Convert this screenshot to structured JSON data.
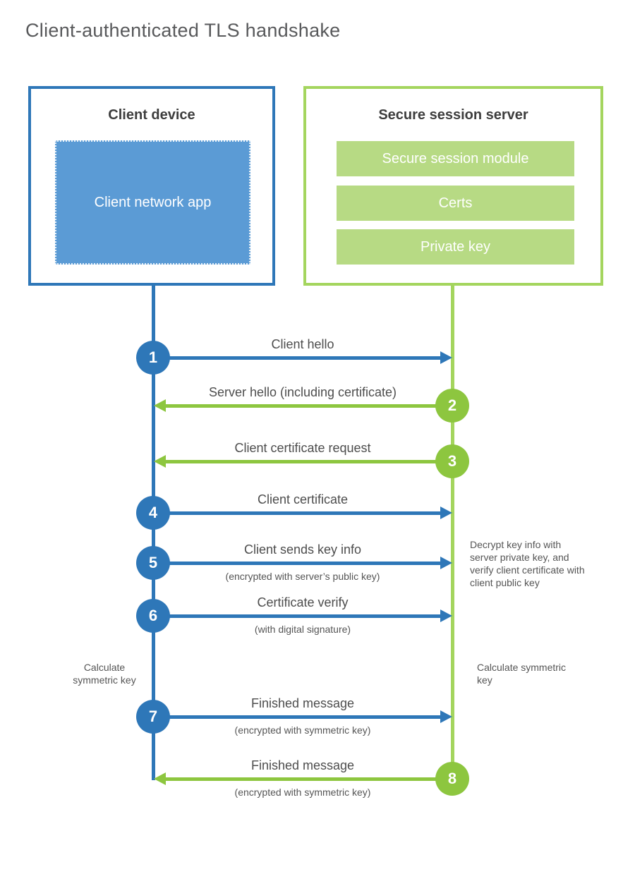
{
  "title": "Client-authenticated TLS handshake",
  "colors": {
    "blue": "#2e77b8",
    "blue_fill": "#5b9bd5",
    "green": "#8dc63f",
    "green_border": "#a4d55e",
    "green_bar": "#b7da84",
    "title_text": "#58595b",
    "label_text": "#4d4d4d"
  },
  "client": {
    "title": "Client device",
    "app_label": "Client network app"
  },
  "server": {
    "title": "Secure session server",
    "modules": [
      "Secure session module",
      "Certs",
      "Private key"
    ]
  },
  "messages": [
    {
      "num": "1",
      "label": "Client hello",
      "sub": "",
      "direction": "client-to-server"
    },
    {
      "num": "2",
      "label": "Server hello (including certificate)",
      "sub": "",
      "direction": "server-to-client"
    },
    {
      "num": "3",
      "label": "Client certificate request",
      "sub": "",
      "direction": "server-to-client"
    },
    {
      "num": "4",
      "label": "Client certificate",
      "sub": "",
      "direction": "client-to-server"
    },
    {
      "num": "5",
      "label": "Client sends key info",
      "sub": "(encrypted with server’s public key)",
      "direction": "client-to-server"
    },
    {
      "num": "6",
      "label": "Certificate verify",
      "sub": "(with digital signature)",
      "direction": "client-to-server"
    },
    {
      "num": "7",
      "label": "Finished message",
      "sub": "(encrypted with symmetric key)",
      "direction": "client-to-server"
    },
    {
      "num": "8",
      "label": "Finished message",
      "sub": "(encrypted with symmetric key)",
      "direction": "server-to-client"
    }
  ],
  "notes": {
    "decrypt": "Decrypt key info with server private key, and verify client certificate with client public key",
    "calc_left": "Calculate symmetric key",
    "calc_right": "Calculate symmetric key"
  }
}
